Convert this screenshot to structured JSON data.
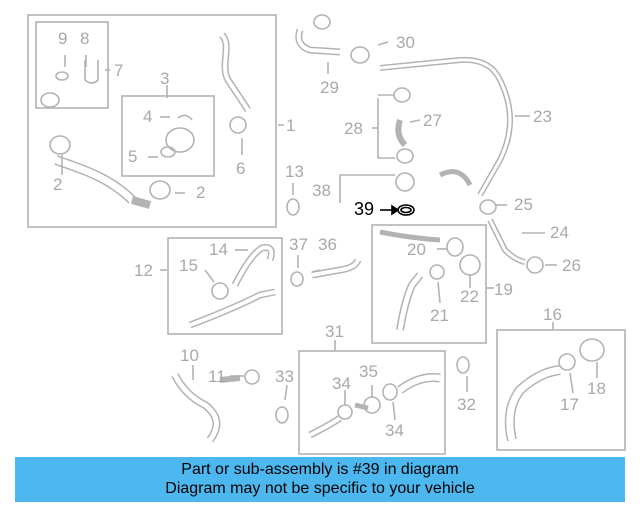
{
  "callouts": {
    "c1": "1",
    "c2a": "2",
    "c2b": "2",
    "c3": "3",
    "c4": "4",
    "c5": "5",
    "c6": "6",
    "c7": "7",
    "c8": "8",
    "c9": "9",
    "c10": "10",
    "c11": "11",
    "c12": "12",
    "c13": "13",
    "c14": "14",
    "c15": "15",
    "c16": "16",
    "c17": "17",
    "c18": "18",
    "c19": "19",
    "c20": "20",
    "c21": "21",
    "c22": "22",
    "c23": "23",
    "c24": "24",
    "c25": "25",
    "c26": "26",
    "c27": "27",
    "c28": "28",
    "c29": "29",
    "c30": "30",
    "c31": "31",
    "c32": "32",
    "c33": "33",
    "c34a": "34",
    "c34b": "34",
    "c35": "35",
    "c36": "36",
    "c37": "37",
    "c38": "38",
    "c39": "39"
  },
  "colors": {
    "line": "#b3b3b3",
    "highlight": "#000000",
    "banner": "#4db8f0"
  },
  "footer": {
    "line1": "Part or sub-assembly is #39 in diagram",
    "line2": "Diagram may not be specific to your vehicle"
  }
}
